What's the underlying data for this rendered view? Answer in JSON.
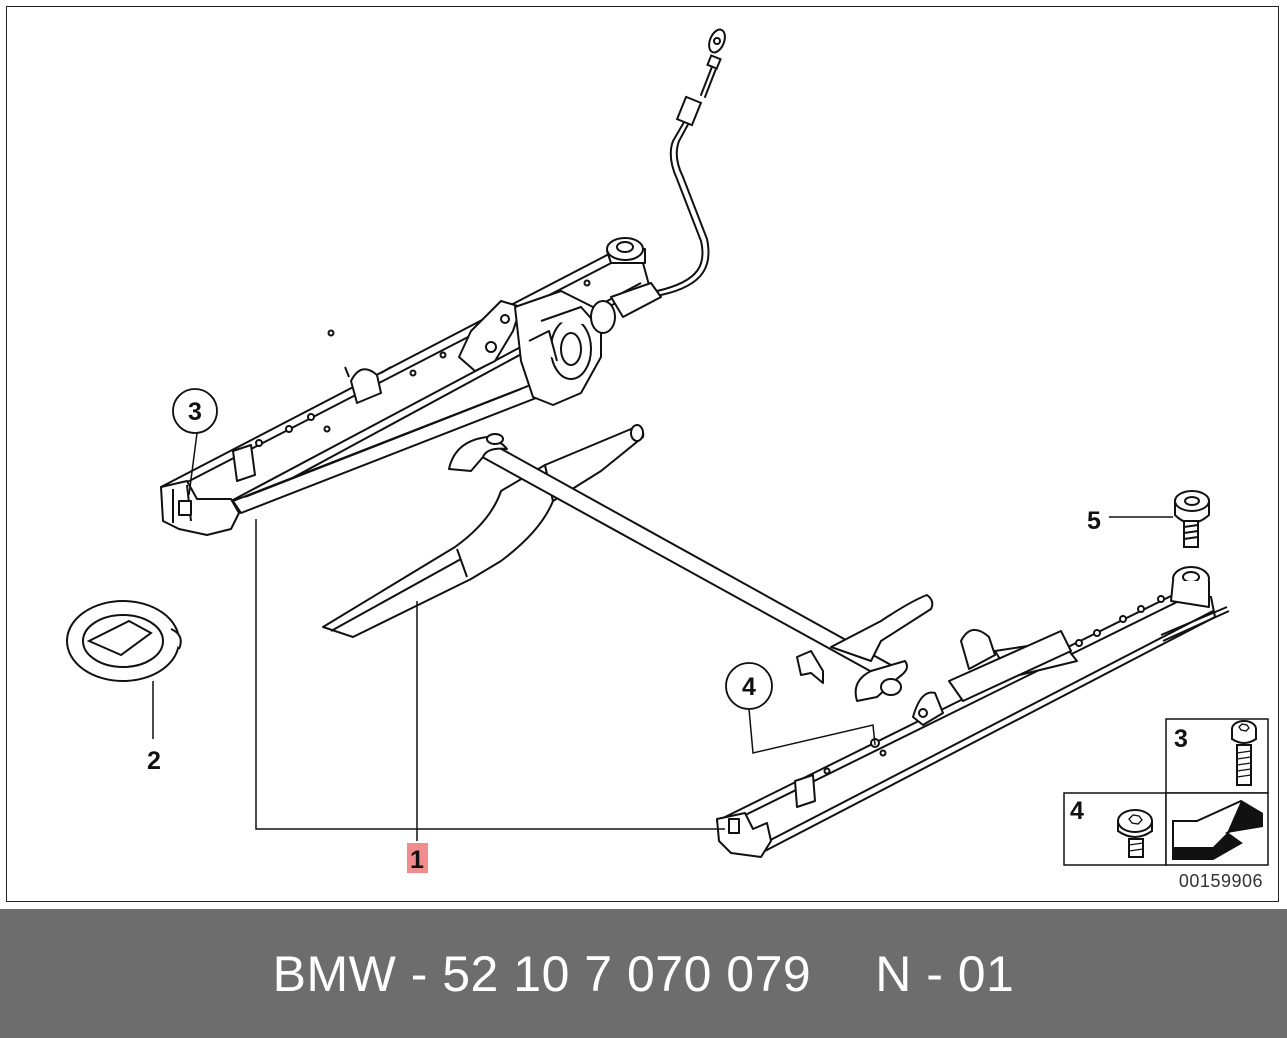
{
  "diagram": {
    "callouts": [
      {
        "id": "1",
        "label": "1",
        "highlight_color": "#f28b8b"
      },
      {
        "id": "2",
        "label": "2"
      },
      {
        "id": "3",
        "label": "3"
      },
      {
        "id": "4",
        "label": "4"
      },
      {
        "id": "5",
        "label": "5"
      }
    ],
    "inset": {
      "items": [
        {
          "label": "3"
        },
        {
          "label": "4"
        }
      ]
    },
    "reference_number": "00159906"
  },
  "footer": {
    "part_number": "BMW - 52 10 7 070 079",
    "variant": "N - 01",
    "background_color": "#6d6d6d",
    "text_color": "#ffffff"
  }
}
